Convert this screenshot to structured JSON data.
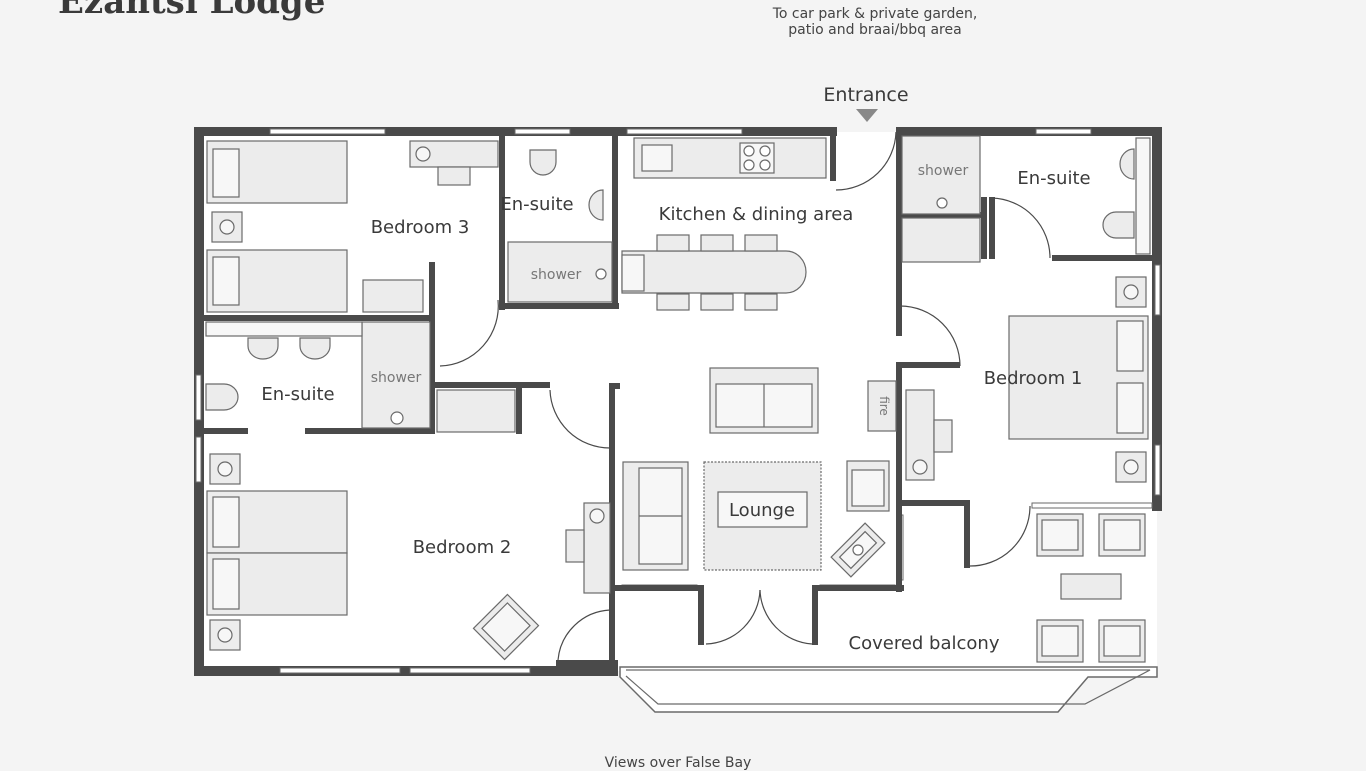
{
  "title": "Ezantsi Lodge",
  "top_note": {
    "line1": "To car park & private garden,",
    "line2": "patio and braai/bbq area"
  },
  "entrance_label": "Entrance",
  "bottom_note": "Views over False Bay",
  "rooms": {
    "bedroom3": "Bedroom 3",
    "ensuite_top": "En-suite",
    "shower_top": "shower",
    "kitchen": "Kitchen & dining area",
    "ensuite_right": "En-suite",
    "shower_right": "shower",
    "ensuite_left": "En-suite",
    "shower_left": "shower",
    "bedroom1": "Bedroom 1",
    "fire": "fire",
    "lounge": "Lounge",
    "bedroom2": "Bedroom 2",
    "balcony": "Covered balcony"
  },
  "colors": {
    "wall": "#4a4a4a",
    "floor": "#ffffff",
    "furniture_fill": "#ececec",
    "furniture_stroke": "#6a6a6a",
    "background": "#f4f4f4"
  }
}
